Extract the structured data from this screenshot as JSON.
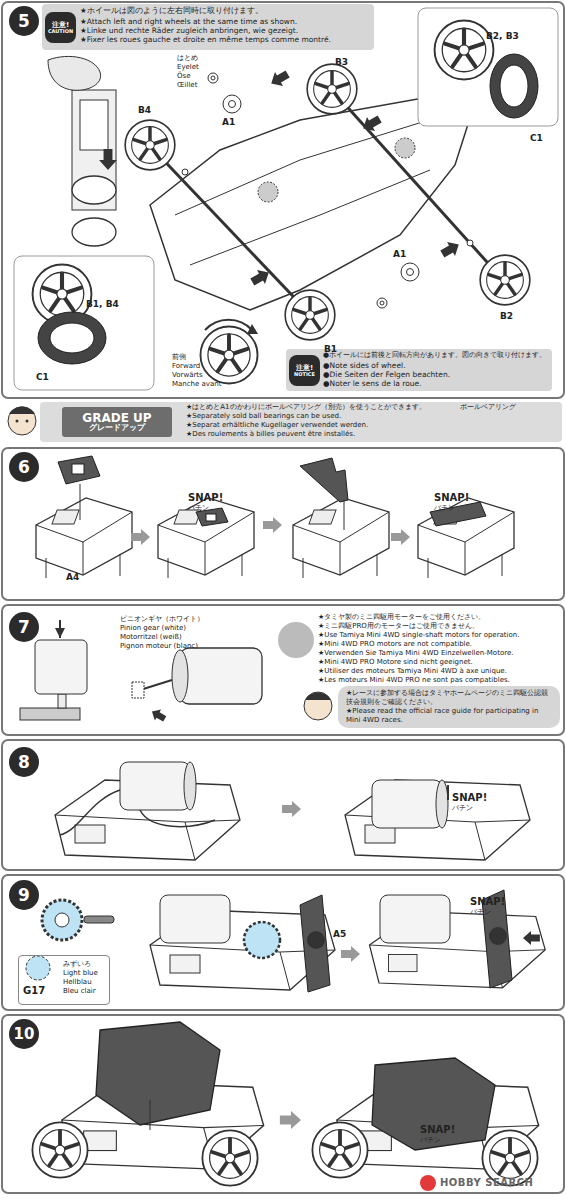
{
  "diagram": {
    "nodes": [
      {
        "text": [
          "5"
        ]
      },
      {
        "text": [
          "★ホイールは図のように左右同時に取り付けます。",
          "★Attach left and right wheels at the same time as shown.",
          "★Linke und rechte Räder zugleich anbringen, wie gezeigt.",
          "★Fixer les roues gauche et droite en même temps comme montré."
        ]
      },
      {
        "text": [
          "注意!",
          "CAUTION"
        ],
        "in": 1
      },
      {
        "text": [
          "●ホイールには前後と回転方向があります。図の向きで取り付けます。",
          "●Note sides of wheel.",
          "●Die Seiten der Felgen beachten.",
          "●Noter le sens de la roue."
        ]
      },
      {
        "text": [
          "注意!",
          "NOTICE"
        ],
        "in": 3
      },
      {
        "text": [
          "★はとめとA1のかわりにボールベアリング（別売）を使うことができます。",
          "★Separately sold ball bearings can be used.",
          "★Separat erhältliche Kugellager verwendet werden.",
          "★Des roulements à billes peuvent être installés.",
          "ボールベアリング"
        ]
      },
      {
        "text": [
          "GRADE UP",
          "グレードアップ"
        ],
        "in": 5
      },
      {
        "text": [
          "6"
        ]
      },
      {
        "text": [
          "7"
        ]
      },
      {
        "text": [
          "★レースに参加する場合はタミヤホームページのミニ四駆公認競技会規則をご確認ください。",
          "★Please read the official race guide for participating in Mini 4WD races."
        ]
      },
      {
        "text": [
          "8"
        ]
      },
      {
        "text": [
          "9"
        ]
      },
      {
        "text": [
          "G17",
          "みずいろ",
          "Light blue",
          "Hellblau",
          "Bleu clair"
        ]
      },
      {
        "text": [
          "10"
        ]
      }
    ],
    "labels": [
      "はとめ",
      "Eyelet",
      "Öse",
      "Œillet",
      "B3",
      "B4",
      "A1",
      "A1",
      "B1",
      "B2",
      "B2, B3",
      "C1",
      "B1, B4",
      "C1",
      "前側",
      "Forward",
      "Vorwärts",
      "Manche avant",
      "A4",
      "SNAP!",
      "パチン",
      "SNAP!",
      "パチン",
      "ピニオンギヤ（ホワイト）",
      "Pinion gear (white)",
      "Motorritzel (weiß)",
      "Pignon moteur (blanc)",
      "★タミヤ製のミニ四駆用モーターをご使用ください。",
      "★ミニ四駆PRO用のモーターはご使用できません。",
      "★Use Tamiya Mini 4WD single-shaft motors for operation.",
      "★Mini 4WD PRO motors are not compatible.",
      "★Verwenden Sie Tamiya Mini 4WD Einzelwellen-Motore.",
      "★Mini 4WD PRO Motore sind nicht geeignet.",
      "★Utiliser des moteurs Tamiya Mini 4WD à axe unique.",
      "★Les moteurs Mini 4WD PRO ne sont pas compatibles.",
      "SNAP!",
      "パチン",
      "A5",
      "SNAP!",
      "パチン",
      "SNAP!",
      "パチン",
      "HOBBY SEARCH"
    ]
  }
}
